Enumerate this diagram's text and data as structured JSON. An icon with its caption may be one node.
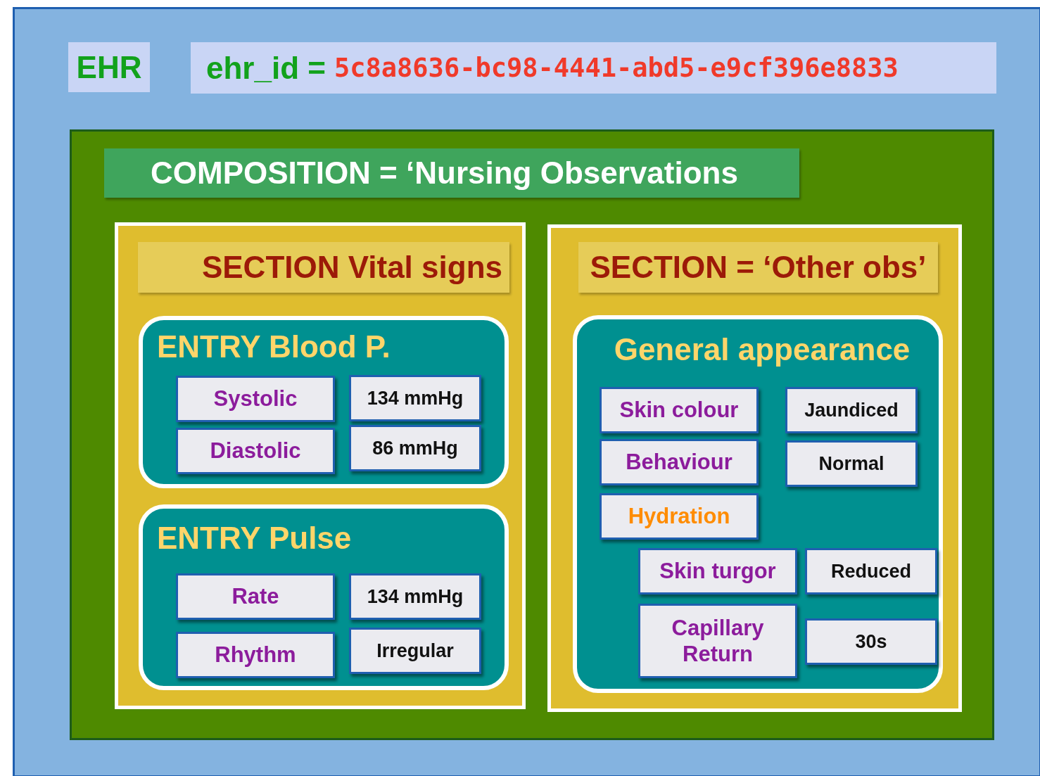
{
  "diagram": {
    "nodes": [
      {
        "text": [],
        "shape": "box"
      },
      {
        "text": [
          "EHR"
        ],
        "in": 0
      },
      {
        "text": [
          "ehr_id =",
          "5c8a8636-bc98-4441-abd5-e9cf396e8833"
        ],
        "in": 0
      },
      {
        "text": [
          "COMPOSITION = ‘Nursing Observations"
        ],
        "in": 0
      },
      {
        "text": [
          "SECTION Vital signs"
        ],
        "in": 3
      },
      {
        "text": [
          "ENTRY Blood P."
        ],
        "in": 4
      },
      {
        "text": [
          "Systolic"
        ],
        "in": 5
      },
      {
        "text": [
          "134 mmHg"
        ],
        "in": 5
      },
      {
        "text": [
          "Diastolic"
        ],
        "in": 5
      },
      {
        "text": [
          "86 mmHg"
        ],
        "in": 5
      },
      {
        "text": [
          "ENTRY Pulse"
        ],
        "in": 4
      },
      {
        "text": [
          "Rate"
        ],
        "in": 10
      },
      {
        "text": [
          "134 mmHg"
        ],
        "in": 10
      },
      {
        "text": [
          "Rhythm"
        ],
        "in": 10
      },
      {
        "text": [
          "Irregular"
        ],
        "in": 10
      },
      {
        "text": [
          "SECTION = ‘Other obs’"
        ],
        "in": 3
      },
      {
        "text": [
          "General appearance"
        ],
        "in": 15
      },
      {
        "text": [
          "Skin colour"
        ],
        "in": 16
      },
      {
        "text": [
          "Jaundiced"
        ],
        "in": 16
      },
      {
        "text": [
          "Behaviour"
        ],
        "in": 16
      },
      {
        "text": [
          "Normal"
        ],
        "in": 16
      },
      {
        "text": [
          "Hydration"
        ],
        "in": 16
      },
      {
        "text": [
          "Skin turgor"
        ],
        "in": 16
      },
      {
        "text": [
          "Reduced"
        ],
        "in": 16
      },
      {
        "text": [
          "Capillary Return"
        ],
        "in": 16
      },
      {
        "text": [
          "30s"
        ],
        "in": 16
      }
    ]
  }
}
